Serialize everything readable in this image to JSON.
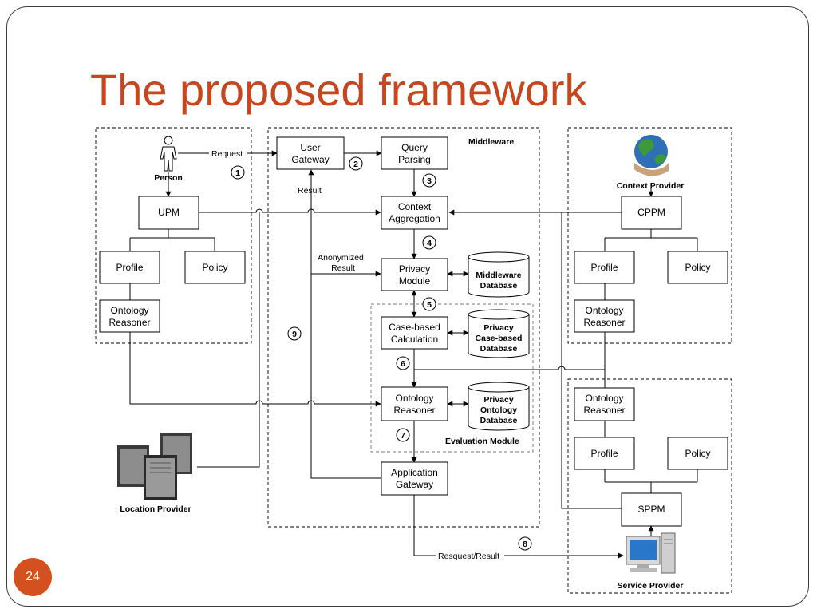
{
  "slide": {
    "title": "The proposed framework",
    "number": "24"
  },
  "regions": {
    "middleware": "Middleware",
    "evaluation_module": "Evaluation Module"
  },
  "actors": {
    "person": "Person",
    "context_provider": "Context Provider",
    "location_provider": "Location Provider",
    "service_provider": "Service Provider"
  },
  "boxes": {
    "upm": [
      "UPM"
    ],
    "person_profile": [
      "Profile"
    ],
    "person_policy": [
      "Policy"
    ],
    "person_ontology_reasoner": [
      "Ontology",
      "Reasoner"
    ],
    "user_gateway": [
      "User",
      "Gateway"
    ],
    "query_parsing": [
      "Query",
      "Parsing"
    ],
    "context_aggregation": [
      "Context",
      "Aggregation"
    ],
    "privacy_module": [
      "Privacy",
      "Module"
    ],
    "case_based_calculation": [
      "Case-based",
      "Calculation"
    ],
    "mw_ontology_reasoner": [
      "Ontology",
      "Reasoner"
    ],
    "application_gateway": [
      "Application",
      "Gateway"
    ],
    "cppm": [
      "CPPM"
    ],
    "cp_profile": [
      "Profile"
    ],
    "cp_policy": [
      "Policy"
    ],
    "cp_ontology_reasoner": [
      "Ontology",
      "Reasoner"
    ],
    "sp_ontology_reasoner": [
      "Ontology",
      "Reasoner"
    ],
    "sp_profile": [
      "Profile"
    ],
    "sp_policy": [
      "Policy"
    ],
    "sppm": [
      "SPPM"
    ]
  },
  "databases": {
    "middleware_db": [
      "Middleware",
      "Database"
    ],
    "privacy_case_db": [
      "Privacy",
      "Case-based",
      "Database"
    ],
    "privacy_ontology_db": [
      "Privacy",
      "Ontology",
      "Database"
    ]
  },
  "labels": {
    "request": "Request",
    "result": "Result",
    "anonymized_result": [
      "Anonymized",
      "Result"
    ],
    "request_result": "Resquest/Result"
  },
  "steps": [
    "1",
    "2",
    "3",
    "4",
    "5",
    "6",
    "7",
    "8",
    "9"
  ],
  "colors": {
    "title": "#c8461d",
    "slide_number_bg": "#d4501e",
    "frame": "#3c3c3c"
  }
}
